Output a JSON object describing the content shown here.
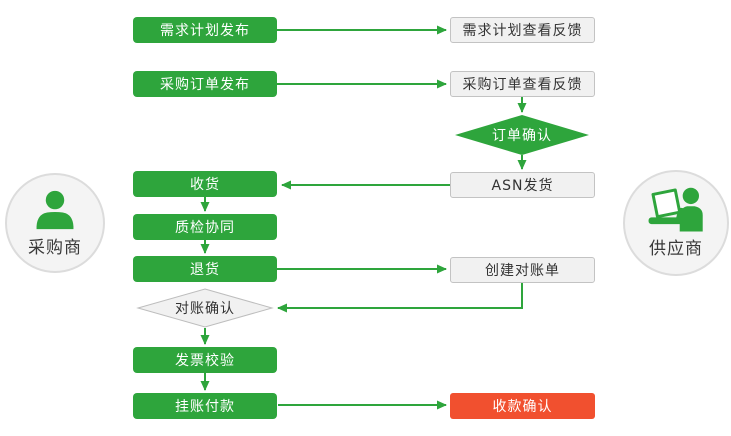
{
  "palette": {
    "green": "#2ea53c",
    "red": "#f1502f",
    "gray_fill": "#f1f1f1",
    "gray_border": "#c3c3c3",
    "text_dark": "#333333"
  },
  "actors": {
    "buyer": {
      "label": "采购商",
      "icon": "person-icon"
    },
    "supplier": {
      "label": "供应商",
      "icon": "person-with-laptop-icon"
    }
  },
  "nodes": {
    "demand_plan_publish": {
      "label": "需求计划发布"
    },
    "demand_plan_feedback": {
      "label": "需求计划查看反馈"
    },
    "po_publish": {
      "label": "采购订单发布"
    },
    "po_feedback": {
      "label": "采购订单查看反馈"
    },
    "order_confirm": {
      "label": "订单确认"
    },
    "asn_ship": {
      "label": "ASN发货"
    },
    "receive": {
      "label": "收货"
    },
    "quality_collab": {
      "label": "质检协同"
    },
    "return_goods": {
      "label": "退货"
    },
    "create_statement": {
      "label": "创建对账单"
    },
    "statement_confirm": {
      "label": "对账确认"
    },
    "invoice_verify": {
      "label": "发票校验"
    },
    "book_payment": {
      "label": "挂账付款"
    },
    "receipt_confirm": {
      "label": "收款确认"
    }
  }
}
